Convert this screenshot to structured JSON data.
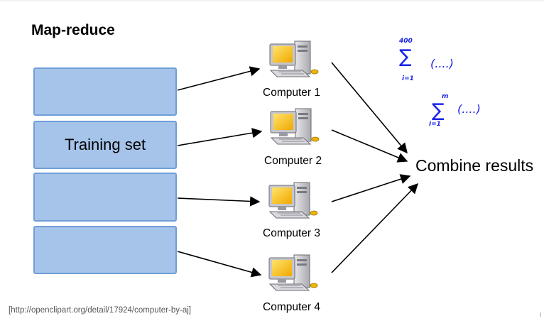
{
  "slide": {
    "title": "Map-reduce",
    "training_set_label": "Training set",
    "combine_label": "Combine results",
    "citation": "[http://openclipart.org/detail/17924/computer-by-aj]"
  },
  "computers": [
    {
      "label": "Computer 1"
    },
    {
      "label": "Computer 2"
    },
    {
      "label": "Computer 3"
    },
    {
      "label": "Computer 4"
    }
  ],
  "annotations": {
    "sum1_upper": "400",
    "sum1_lower": "i=1",
    "sum1_body": "(....)",
    "sum2_upper": "m",
    "sum2_lower": "i=1",
    "sum2_body": "(....)"
  },
  "colors": {
    "block_fill": "#a6c4ea",
    "block_border": "#6f9ed8",
    "ink": "#1a24e8"
  }
}
